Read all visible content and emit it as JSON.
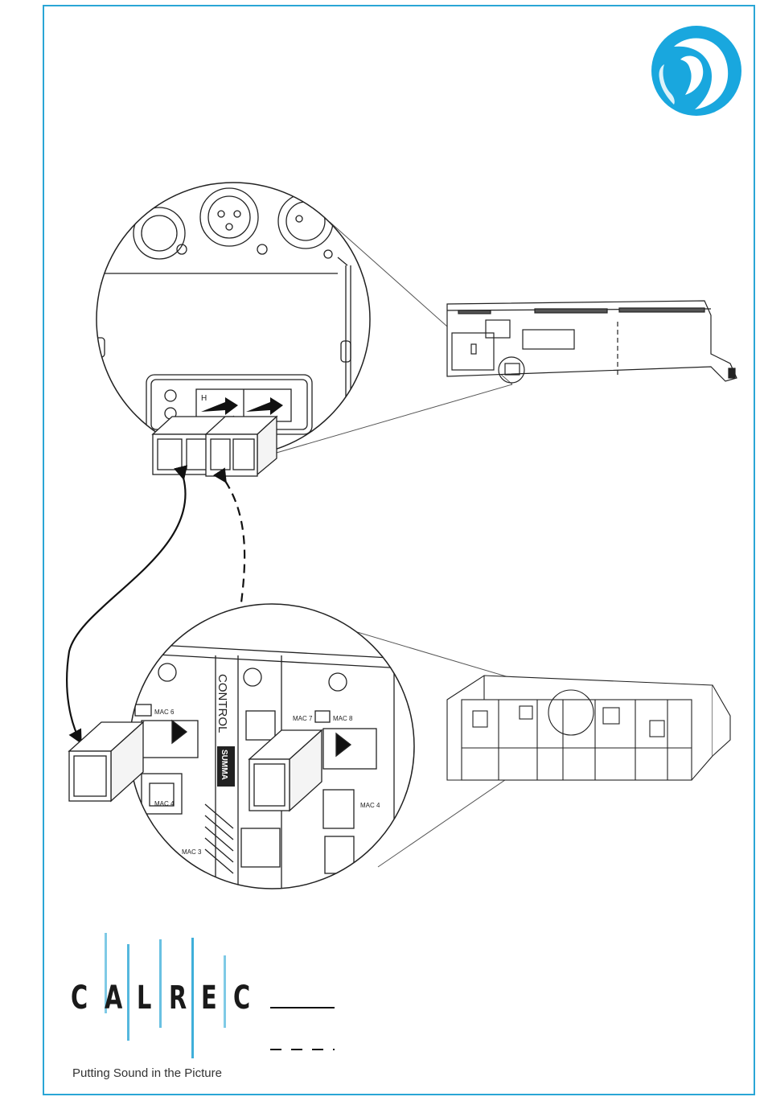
{
  "brand": {
    "name_letters": [
      "C",
      "A",
      "L",
      "R",
      "E",
      "C"
    ],
    "tagline": "Putting Sound in the Picture",
    "accent_color": "#2aa6d6",
    "corner_logo_icon": "face-profile-icon"
  },
  "diagram": {
    "top_labels": {
      "connector_label": "H"
    },
    "bottom_labels": {
      "panel_control": "CONTROL",
      "panel_summa": "SUMMA",
      "mac6_left": "MAC 6",
      "mac4_left": "MAC 4",
      "mac3_left": "MAC 3",
      "mac7": "MAC 7",
      "mac8": "MAC 8",
      "mac4_right": "MAC 4"
    },
    "legend": {
      "solid_line": "solid",
      "dashed_line": "dashed"
    }
  }
}
